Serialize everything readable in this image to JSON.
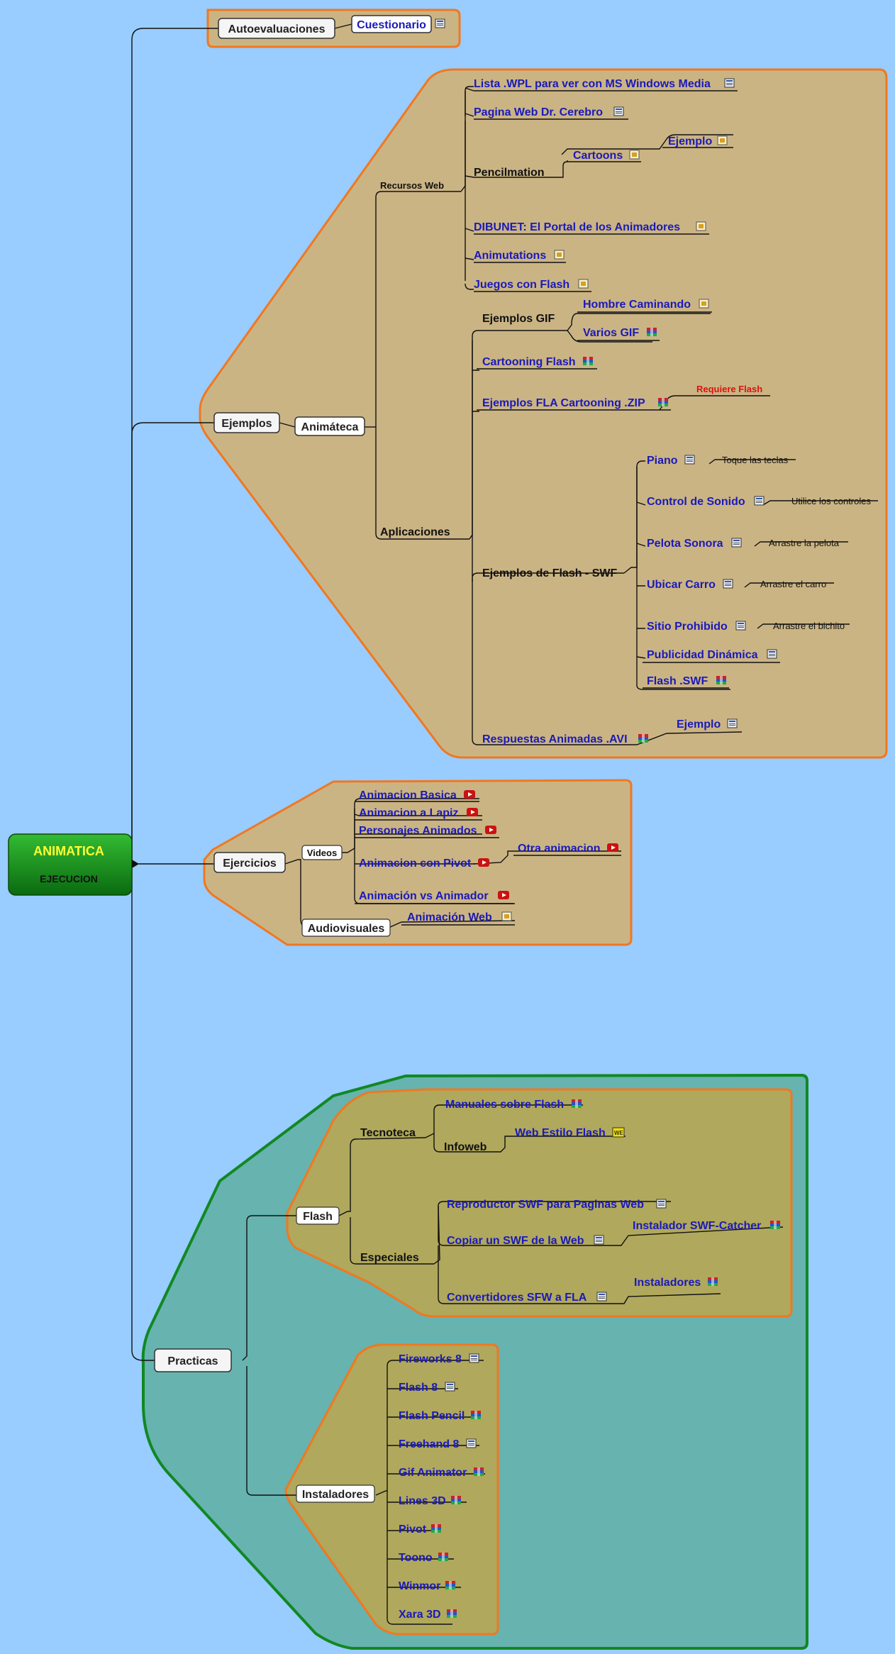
{
  "root": {
    "title": "ANIMATICA",
    "subtitle": "EJECUCION"
  },
  "auto": {
    "label": "Autoevaluaciones",
    "child": "Cuestionario"
  },
  "ejemplos": {
    "label": "Ejemplos",
    "animateca": "Animáteca",
    "recursos": {
      "label": "Recursos Web",
      "lista": "Lista .WPL para ver con MS Windows Media",
      "pagina": "Pagina Web Dr. Cerebro",
      "pencil": "Pencilmation",
      "cartoons": "Cartoons",
      "ejemplo": "Ejemplo",
      "dibunet": "DIBUNET: El Portal de los Animadores",
      "animutations": "Animutations",
      "juegos": "Juegos con Flash"
    },
    "aplicaciones": {
      "label": "Aplicaciones",
      "gif": "Ejemplos GIF",
      "hombre": "Hombre Caminando",
      "varios": "Varios GIF",
      "cartooning": "Cartooning Flash",
      "fla": "Ejemplos FLA Cartooning  .ZIP",
      "requiere": "Requiere Flash",
      "swf": "Ejemplos de Flash - SWF",
      "piano": "Piano",
      "piano_note": "Toque las teclas",
      "sonido": "Control de Sonido",
      "sonido_note": "Utilice los controles",
      "pelota": "Pelota Sonora",
      "pelota_note": "Arrastre  la pelota",
      "carro": "Ubicar Carro",
      "carro_note": "Arrastre el carro",
      "sitio": "Sitio Prohibido",
      "sitio_note": "Arrastre el bichito",
      "publicidad": "Publicidad Dinámica",
      "flashswf": "Flash .SWF",
      "respuestas": "Respuestas Animadas .AVI",
      "ejemplo": "Ejemplo"
    }
  },
  "ejercicios": {
    "label": "Ejercicios",
    "videos": "Videos",
    "basica": "Animacion Basica",
    "lapiz": "Animacion a Lapiz",
    "personajes": "Personajes Animados",
    "pivot": "Animacion con Pivot",
    "otra": "Otra animacion",
    "vs": "Animación vs Animador",
    "audiovisuales": "Audiovisuales",
    "web": "Animación Web"
  },
  "practicas": {
    "label": "Practicas",
    "flash": "Flash",
    "tecnoteca": "Tecnoteca",
    "manuales": "Manuales sobre Flash",
    "infoweb": "Infoweb",
    "webestilo": "Web Estilo Flash",
    "especiales": "Especiales",
    "reproductor": "Reproductor SWF para Paginas Web",
    "copiar": "Copiar un SWF de la Web",
    "catcher": "Instalador SWF-Catcher",
    "convertidores": "Convertidores SFW a FLA",
    "instaladores_sub": "Instaladores",
    "instaladores": "Instaladores",
    "items": [
      "Fireworks 8",
      "Flash 8",
      "Flash Pencil",
      "Freehand 8",
      "Gif Animator",
      "Lines 3D",
      "Pivot",
      "Toono",
      "Winmor",
      "Xara 3D"
    ]
  },
  "colors": {
    "background": "#99ccff",
    "panel": "#cbb484",
    "olive": "#b0a85c",
    "teal": "#66b3b0",
    "orange": "#f07820",
    "green": "#118822",
    "link": "#1a1ab8"
  }
}
